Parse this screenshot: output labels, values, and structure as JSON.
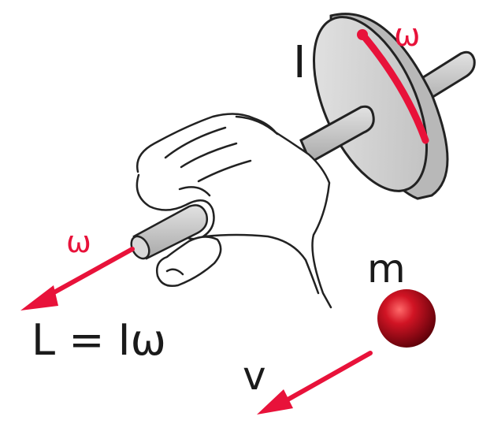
{
  "labels": {
    "inertia": "I",
    "omega_disk": "ω",
    "omega_axis": "ω",
    "angular_momentum": "L = Iω",
    "mass": "m",
    "velocity": "v"
  },
  "colors": {
    "arrow_red": "#e8123a",
    "disk_grey": "#d4d4d4",
    "shaft_grey": "#cfcfcf",
    "outline": "#222222",
    "ball_red": "#b2001a"
  },
  "icons": {
    "hand": "hand-icon",
    "disk": "flywheel-disk-icon",
    "ball": "point-mass-ball-icon"
  }
}
